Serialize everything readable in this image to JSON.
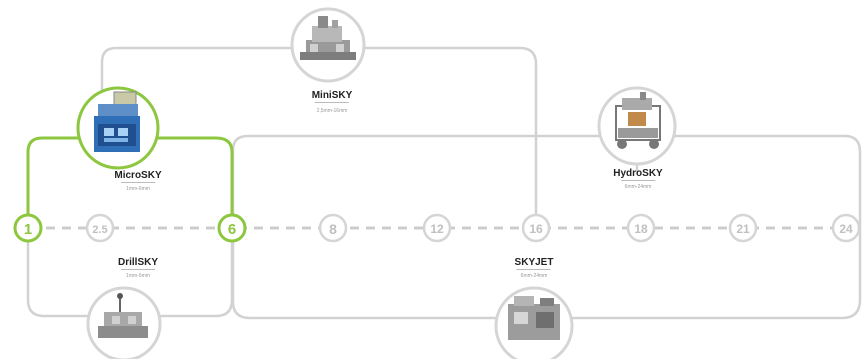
{
  "diagram": {
    "accent_color": "#8dc63f",
    "line_color": "#cfcfcf",
    "text_grey": "#b8b8b8",
    "sizes": [
      "1",
      "2.5",
      "6",
      "8",
      "12",
      "16",
      "18",
      "21",
      "24"
    ],
    "active_sizes": [
      "1",
      "6"
    ],
    "products": [
      {
        "key": "minisky",
        "name": "MiniSKY",
        "range": "2,5mm-16mm",
        "active": false
      },
      {
        "key": "microsky",
        "name": "MicroSKY",
        "range": "1mm-6mm",
        "active": true
      },
      {
        "key": "hydrosky",
        "name": "HydroSKY",
        "range": "6mm-24mm",
        "active": false
      },
      {
        "key": "drillsky",
        "name": "DrillSKY",
        "range": "1mm-6mm",
        "active": false
      },
      {
        "key": "skyjet",
        "name": "SKYJET",
        "range": "6mm-24mm",
        "active": false
      }
    ]
  }
}
